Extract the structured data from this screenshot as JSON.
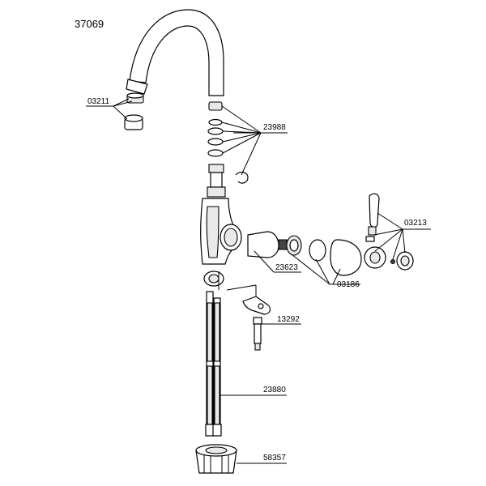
{
  "diagram": {
    "title": "37069",
    "callouts": [
      {
        "id": "03211",
        "label": "03211"
      },
      {
        "id": "23988",
        "label": "23988"
      },
      {
        "id": "03213",
        "label": "03213"
      },
      {
        "id": "23623",
        "label": "23623"
      },
      {
        "id": "03186",
        "label": "03186"
      },
      {
        "id": "13292",
        "label": "13292"
      },
      {
        "id": "23880",
        "label": "23880"
      },
      {
        "id": "58357",
        "label": "58357"
      }
    ]
  }
}
